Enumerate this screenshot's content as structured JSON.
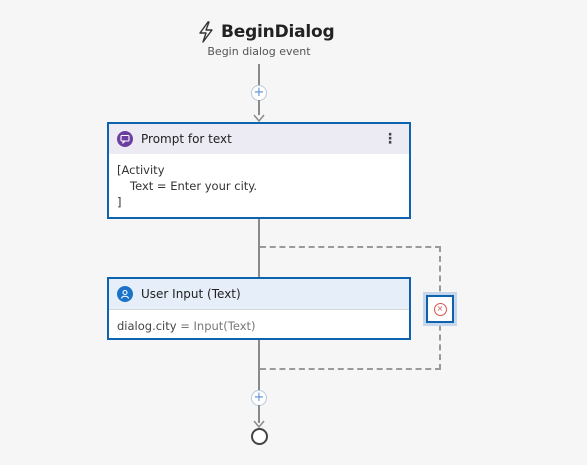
{
  "trigger": {
    "title": "BeginDialog",
    "subtitle": "Begin dialog event",
    "icon": "lightning-bolt-icon"
  },
  "prompt_card": {
    "title": "Prompt for text",
    "icon": "chat-bubble-icon",
    "menu_glyph": "⋮",
    "body_lines": [
      "[Activity",
      "    Text = Enter your city.",
      "]"
    ]
  },
  "input_card": {
    "title": "User Input (Text)",
    "icon": "user-icon",
    "property": "dialog.city",
    "assign": " = Input(Text)"
  },
  "add_buttons": [
    "+",
    "+"
  ],
  "loop_control": {
    "icon": "close-circle-icon",
    "glyph": "×"
  },
  "colors": {
    "accent": "#0e63b0",
    "prompt_header": "#ecebf3",
    "input_header": "#e6eff9",
    "prompt_badge": "#6b3fa0",
    "input_badge": "#1a73c8",
    "error": "#d9534f"
  }
}
